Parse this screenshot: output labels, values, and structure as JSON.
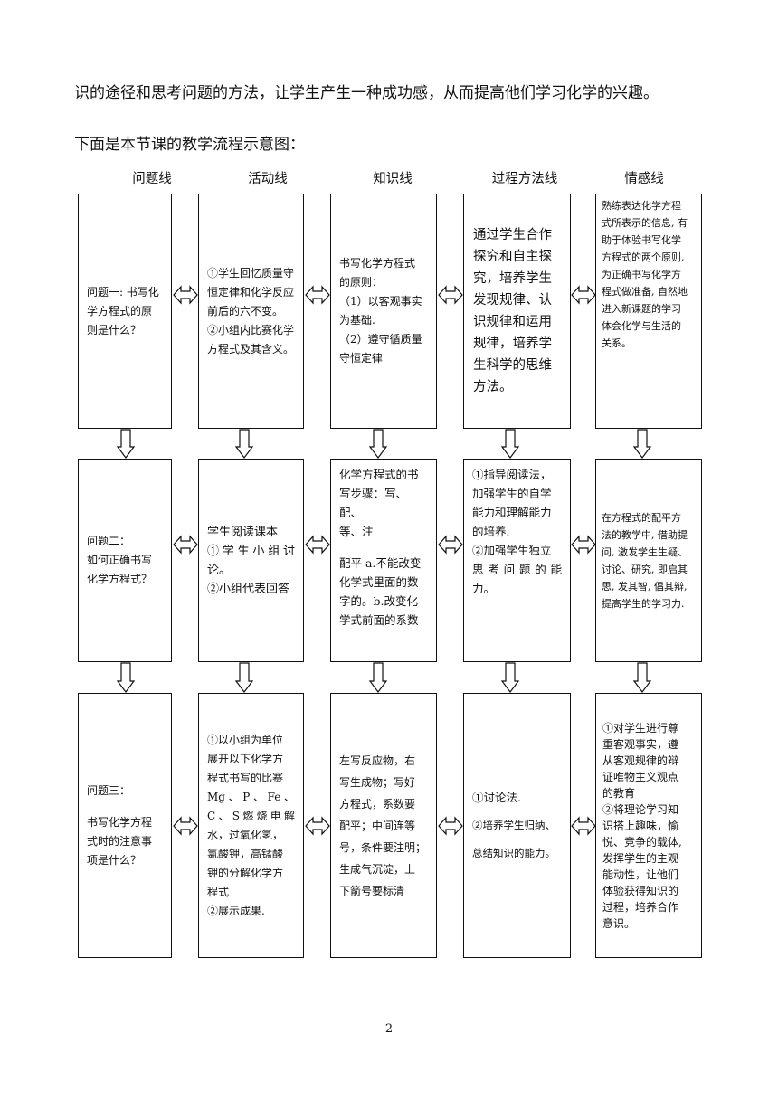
{
  "intro": {
    "line1": "识的途径和思考问题的方法，让学生产生一种成功感，从而提高他们学习化学的兴趣。",
    "line2": "下面是本节课的教学流程示意图："
  },
  "columns": [
    "问题线",
    "活动线",
    "知识线",
    "过程方法线",
    "情感线"
  ],
  "rows": [
    {
      "cells": [
        [
          "问题一: 书写化",
          "学方程式的原",
          "则是什么？"
        ],
        [
          "①学生回忆质量守",
          "恒定律和化学反应",
          "前后的六不变。",
          "②小组内比赛化学",
          "方程式及其含义。"
        ],
        [
          "书写化学方程式",
          "的原则：",
          "（1）以客观事实",
          "为基础.",
          "（2）遵守循质量",
          "守恒定律"
        ],
        [
          "通过学生合作",
          "探究和自主探",
          "究，培养学生",
          "发现规律、认",
          "识规律和运用",
          "规律，培养学",
          "生科学的思维",
          "方法。"
        ],
        [
          "熟练表达化学方程",
          "式所表示的信息, 有",
          "助于体验书写化学",
          "方程式的两个原则,",
          "为正确书写化学方",
          "程式做准备, 自然地",
          "进入新课题的学习",
          "体会化学与生活的",
          "关系。"
        ]
      ]
    },
    {
      "cells": [
        [
          "问题二：",
          "如何正确书写",
          "化学方程式？"
        ],
        [
          "学生阅读课本",
          "①学生小组讨",
          "论。",
          "②小组代表回答"
        ],
        [
          "化学方程式的书",
          "写步骤：写、配、",
          "等、注",
          "配平 a.不能改变",
          "化学式里面的数",
          "字的。b.改变化",
          "学式前面的系数"
        ],
        [
          "①指导阅读法，",
          "加强学生的自学",
          "能力和理解能力",
          "的培养.",
          "②加强学生独立",
          "思考问题的能",
          "力。"
        ],
        [
          "在方程式的配平方",
          "法的教学中, 借助提",
          "问, 激发学生生疑、",
          "讨论、研究, 即启其",
          "思, 发其智, 倡其辩,",
          "提高学生的学习力."
        ]
      ]
    },
    {
      "cells": [
        [
          "问题三：",
          "书写化学方程",
          "式时的注意事",
          "项是什么？"
        ],
        [
          "①以小组为单位",
          "展开以下化学方",
          "程式书写的比赛",
          "Mg、P、Fe、",
          "C、S燃烧电解",
          "水，过氧化氢，",
          "氯酸钾，高锰酸",
          "钾的分解化学方",
          "程式",
          "②展示成果."
        ],
        [
          "左写反应物，右",
          "写生成物；写好",
          "方程式，系数要",
          "配平；中间连等",
          "号，条件要注明；",
          "生成气沉淀，上",
          "下箭号要标清"
        ],
        [
          "①讨论法.",
          "②培养学生归纳、",
          "总结知识的能力。"
        ],
        [
          "①对学生进行尊",
          "重客观事实，遵",
          "从客观规律的辩",
          "证唯物主义观点",
          "的教育",
          "②将理论学习知",
          "识搭上趣味，愉",
          "悦、竞争的载体,",
          "发挥学生的主观",
          "能动性，让他们",
          "体验获得知识的",
          "过程，培养合作",
          "意识。"
        ]
      ]
    }
  ],
  "page_number": "2"
}
